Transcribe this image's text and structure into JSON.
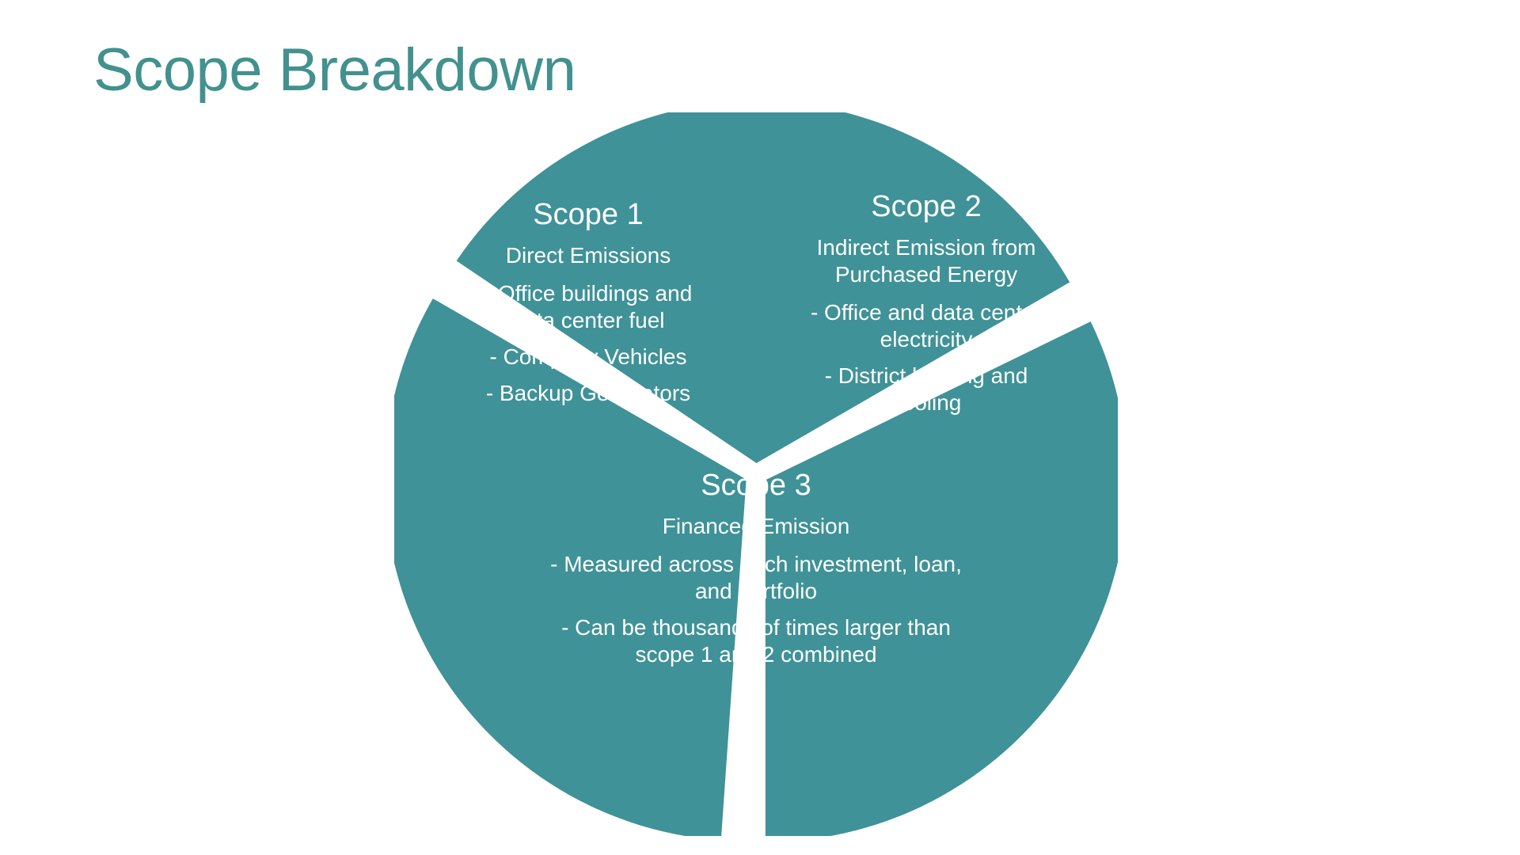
{
  "page": {
    "title": "Scope Breakdown",
    "background_color": "#FFFFFF",
    "accent_color": "#42918F",
    "segment_color": "#3F9297",
    "text_on_segment_color": "#FFFFFF"
  },
  "chart_data": {
    "type": "pie",
    "title": "Scope Breakdown",
    "legend_position": "inside-slices",
    "grid": false,
    "categories": [
      "Scope 1",
      "Scope 2",
      "Scope 3"
    ],
    "values": [
      33.3,
      33.3,
      33.3
    ],
    "colors": [
      "#3F9297",
      "#3F9297",
      "#3F9297"
    ],
    "slice_gap_degrees": 4,
    "start_angle_degrees": -58,
    "annotations": [
      {
        "slice": "Scope 1",
        "heading": "Scope 1",
        "subheading": "Direct Emissions",
        "bullets": [
          "- Office buildings and data center fuel",
          "- Company Vehicles",
          "- Backup Generators"
        ]
      },
      {
        "slice": "Scope 2",
        "heading": "Scope 2",
        "subheading": "Indirect Emission from Purchased Energy",
        "bullets": [
          "- Office and data center electricity",
          "- District heating and cooling"
        ]
      },
      {
        "slice": "Scope 3",
        "heading": "Scope 3",
        "subheading": "Financed Emission",
        "bullets": [
          "- Measured across each investment, loan, and portfolio",
          "- Can be thousands of times larger than scope 1 and 2 combined"
        ]
      }
    ]
  },
  "segments": [
    {
      "id": "scope-1",
      "heading": "Scope 1",
      "subheading": "Direct Emissions",
      "bullet_1": "- Office buildings and data center fuel",
      "bullet_2": "- Company Vehicles",
      "bullet_3": "- Backup Generators"
    },
    {
      "id": "scope-2",
      "heading": "Scope 2",
      "subheading": "Indirect Emission from Purchased Energy",
      "bullet_1": "- Office and data center electricity",
      "bullet_2": "- District heating and cooling"
    },
    {
      "id": "scope-3",
      "heading": "Scope 3",
      "subheading": "Financed Emission",
      "bullet_1": "- Measured across each investment, loan, and portfolio",
      "bullet_2": "- Can be thousands of times larger than scope 1 and 2 combined"
    }
  ]
}
